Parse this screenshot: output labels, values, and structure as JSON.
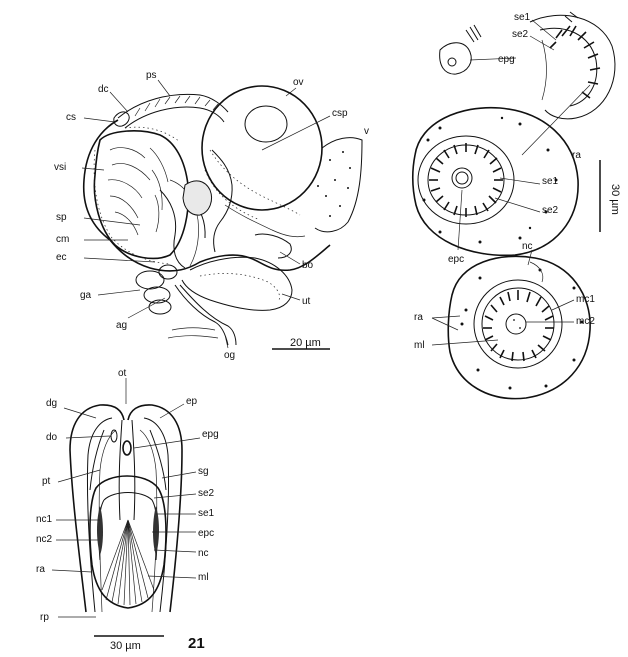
{
  "figure_number": "21",
  "scales": {
    "top_left": "20 µm",
    "right": "30 µm",
    "bottom_left": "30 µm"
  },
  "labels": {
    "ps": "ps",
    "dc": "dc",
    "ov": "ov",
    "cs": "cs",
    "csp": "csp",
    "v": "v",
    "vsi": "vsi",
    "sp": "sp",
    "cm": "cm",
    "ec": "ec",
    "bo": "bo",
    "ga": "ga",
    "ut": "ut",
    "ag": "ag",
    "og": "og",
    "se1_top": "se1",
    "se2_top": "se2",
    "epg_top": "epg",
    "ra_mid": "ra",
    "se1_mid": "se1",
    "se2_mid": "se2",
    "epc_mid": "epc",
    "nc_lower": "nc",
    "ra_lower": "ra",
    "mc1": "mc1",
    "mc2": "mc2",
    "ml_lower": "ml",
    "ot": "ot",
    "dg": "dg",
    "ep": "ep",
    "do": "do",
    "epg_bot": "epg",
    "pt": "pt",
    "sg": "sg",
    "se2_bot": "se2",
    "nc1": "nc1",
    "se1_bot": "se1",
    "nc2": "nc2",
    "epc_bot": "epc",
    "ra_bot": "ra",
    "nc_bot": "nc",
    "ml_bot": "ml",
    "rp": "rp"
  }
}
